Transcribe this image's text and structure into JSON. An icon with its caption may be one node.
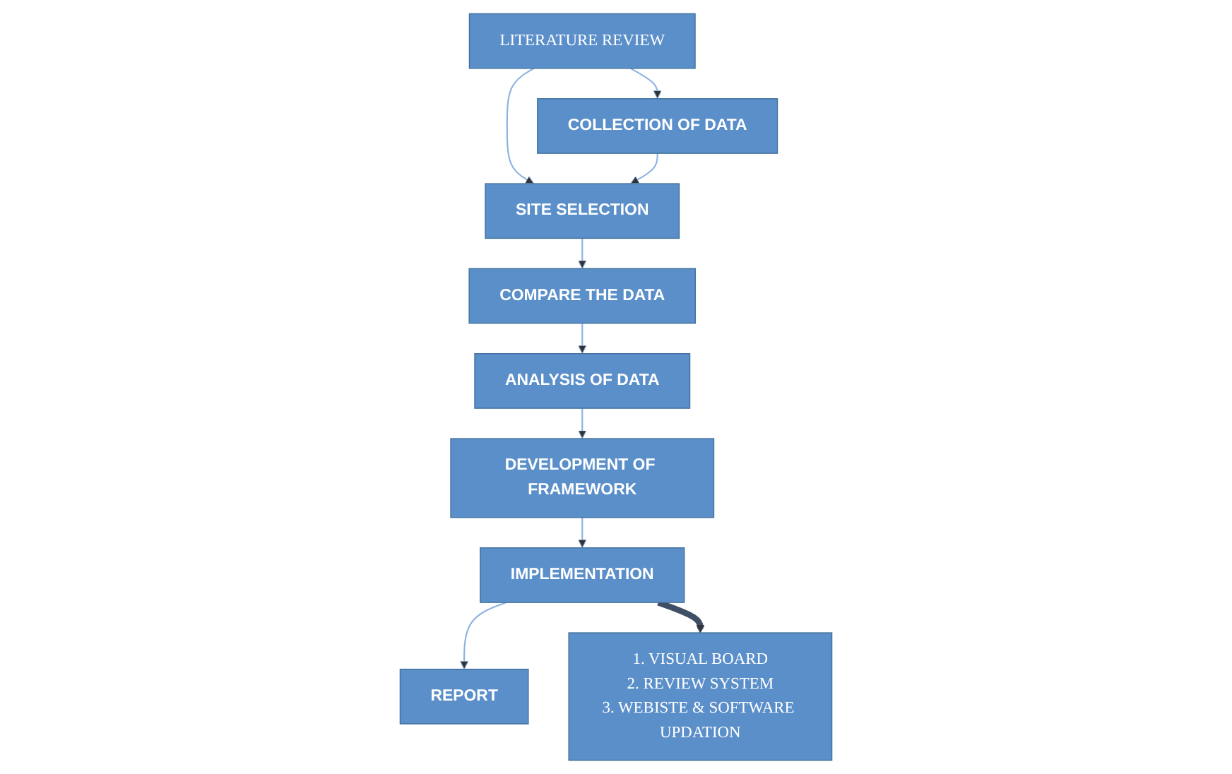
{
  "diagram": {
    "nodes": [
      {
        "text": [
          "LITERATURE REVIEW"
        ]
      },
      {
        "text": [
          "SITE SELECTION"
        ]
      },
      {
        "text": [
          "COLLECTION OF DATA"
        ]
      },
      {
        "text": [
          "COMPARE THE DATA"
        ]
      },
      {
        "text": [
          "ANALYSIS OF DATA"
        ]
      },
      {
        "text": [
          "DEVELOPMENT OF FRAMEWORK"
        ]
      },
      {
        "text": [
          "IMPLEMENTATION"
        ]
      },
      {
        "text": [
          "REPORT"
        ]
      },
      {
        "text": [
          "1. VISUAL BOARD",
          "2. REVIEW SYSTEM",
          "3. WEBISTE & SOFTWARE UPDATION"
        ]
      }
    ],
    "edges": [
      {
        "from": 0,
        "to": 1,
        "arrow": "to"
      },
      {
        "from": 0,
        "to": 2,
        "arrow": "to"
      },
      {
        "from": 2,
        "to": 1,
        "arrow": "to"
      },
      {
        "from": 1,
        "to": 3,
        "arrow": "to"
      },
      {
        "from": 3,
        "to": 4,
        "arrow": "to"
      },
      {
        "from": 4,
        "to": 5,
        "arrow": "to"
      },
      {
        "from": 5,
        "to": 6,
        "arrow": "to"
      },
      {
        "from": 6,
        "to": 7,
        "arrow": "to"
      },
      {
        "from": 6,
        "to": 8,
        "arrow": "to",
        "style": "thick",
        "color": "#3f4f66"
      }
    ]
  }
}
